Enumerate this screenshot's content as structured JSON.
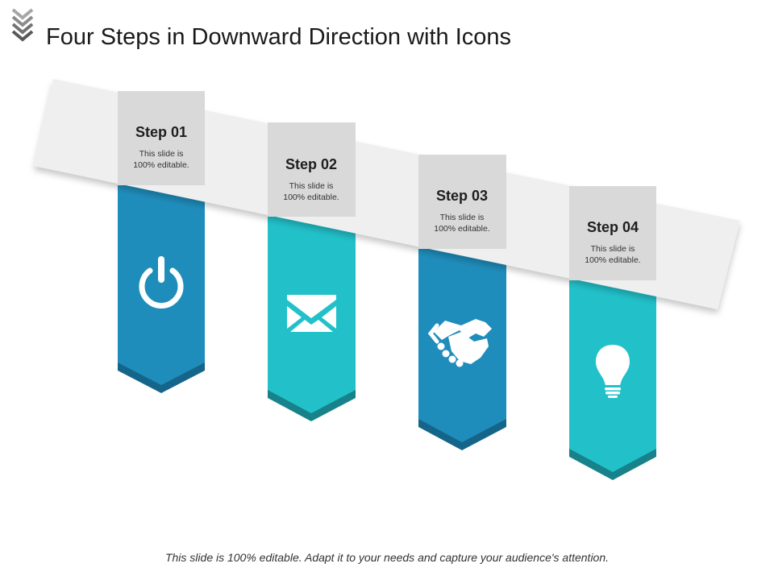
{
  "title": "Four Steps in Downward Direction with Icons",
  "colors": {
    "blue": "#1f8dbb",
    "blue_dark": "#15658a",
    "teal": "#22c1ca",
    "teal_dark": "#17828a",
    "header_gray": "#d9d9d9",
    "band_gray": "#efefef"
  },
  "steps": [
    {
      "label": "Step 01",
      "desc_line1": "This slide is",
      "desc_line2": "100% editable.",
      "icon": "power-icon",
      "color": "blue"
    },
    {
      "label": "Step 02",
      "desc_line1": "This slide is",
      "desc_line2": "100% editable.",
      "icon": "envelope-icon",
      "color": "teal"
    },
    {
      "label": "Step 03",
      "desc_line1": "This slide is",
      "desc_line2": "100% editable.",
      "icon": "handshake-icon",
      "color": "blue"
    },
    {
      "label": "Step 04",
      "desc_line1": "This slide is",
      "desc_line2": "100% editable.",
      "icon": "lightbulb-icon",
      "color": "teal"
    }
  ],
  "footer": "This slide is 100% editable. Adapt it to your needs and capture your audience's attention."
}
